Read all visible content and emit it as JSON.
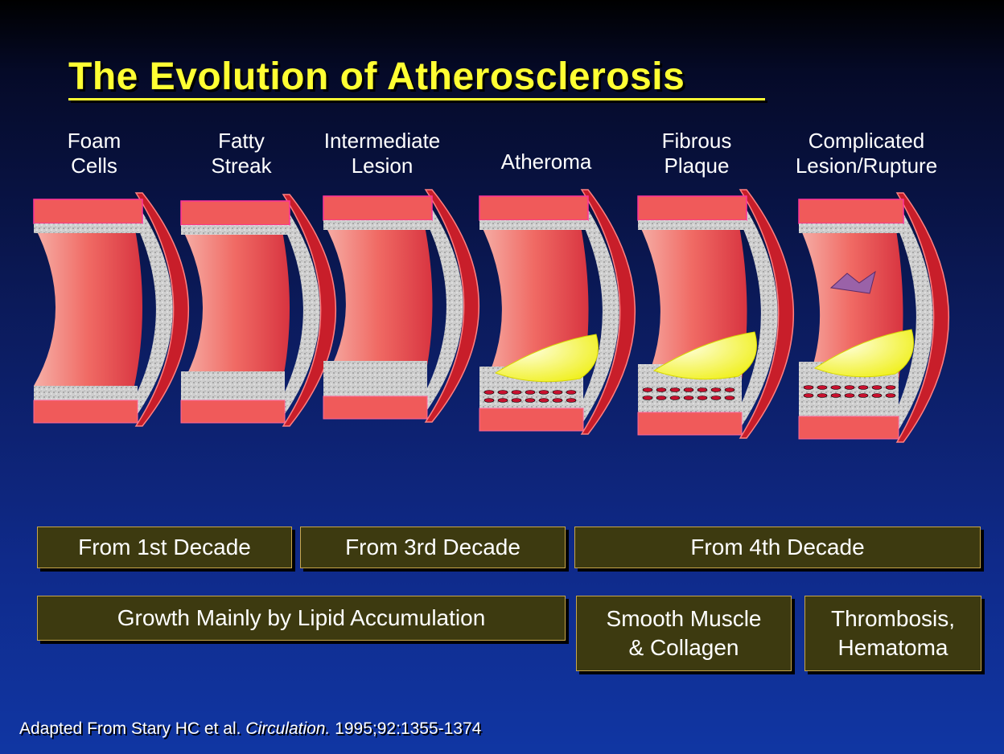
{
  "title": "The Evolution of Atherosclerosis",
  "stages": [
    {
      "line1": "Foam",
      "line2": "Cells"
    },
    {
      "line1": "Fatty",
      "line2": "Streak"
    },
    {
      "line1": "Intermediate",
      "line2": "Lesion"
    },
    {
      "line1": "",
      "line2": "Atheroma"
    },
    {
      "line1": "Fibrous",
      "line2": "Plaque"
    },
    {
      "line1": "Complicated",
      "line2": "Lesion/Rupture"
    }
  ],
  "boxes": {
    "decade1": "From 1st Decade",
    "decade3": "From 3rd Decade",
    "decade4": "From 4th Decade",
    "growth_lipid": "Growth Mainly by Lipid Accumulation",
    "smooth_muscle_1": "Smooth Muscle",
    "smooth_muscle_2": "& Collagen",
    "thrombosis_1": "Thrombosis,",
    "thrombosis_2": "Hematoma"
  },
  "citation": {
    "prefix": "Adapted From Stary HC et al. ",
    "journal": "Circulation.",
    "suffix": " 1995;92:1355-1374"
  },
  "colors": {
    "title": "#ffff33",
    "vessel_red": "#f05a5a",
    "vessel_dark": "#c81e2a",
    "lipid_yellow": "#ffff66",
    "box_bg": "#3d3a10",
    "box_border": "#c8a64a"
  }
}
